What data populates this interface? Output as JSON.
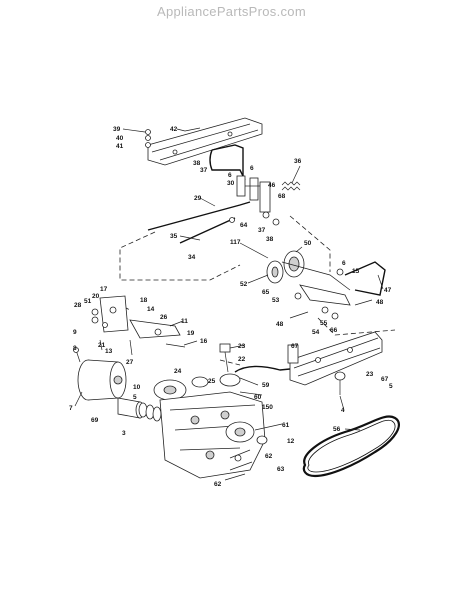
{
  "watermark": "AppliancePartsPros.com",
  "callouts": {
    "c39": "39",
    "c42": "42",
    "c40": "40",
    "c41": "41",
    "c38": "38",
    "c37a": "37",
    "c36": "36",
    "c6a": "6",
    "c6b": "6",
    "c30": "30",
    "c46": "46",
    "c68": "68",
    "c29": "29",
    "c64": "64",
    "c37b": "37",
    "c38b": "38",
    "c35": "35",
    "c34": "34",
    "c117": "117",
    "c50": "50",
    "c6c": "6",
    "c15": "15",
    "c52": "52",
    "c65": "65",
    "c47": "47",
    "c53": "53",
    "c55": "55",
    "c66": "66",
    "c48a": "48",
    "c48b": "48",
    "c54": "54",
    "c17": "17",
    "c20": "20",
    "c18": "18",
    "c51": "51",
    "c28": "28",
    "c14": "14",
    "c26": "26",
    "c11": "11",
    "c19": "19",
    "c16": "16",
    "c21": "21",
    "c13": "13",
    "c27": "27",
    "c9": "9",
    "c8": "8",
    "c23a": "23",
    "c22": "22",
    "c24": "24",
    "c25": "25",
    "c10": "10",
    "c5": "5",
    "c59": "59",
    "c60": "60",
    "c150": "150",
    "c61": "61",
    "c7": "7",
    "c69": "69",
    "c3": "3",
    "c12": "12",
    "c62a": "62",
    "c63": "63",
    "c62b": "62",
    "c67a": "67",
    "c23b": "23",
    "c67b": "67",
    "c5b": "5",
    "c4": "4",
    "c56": "56"
  }
}
